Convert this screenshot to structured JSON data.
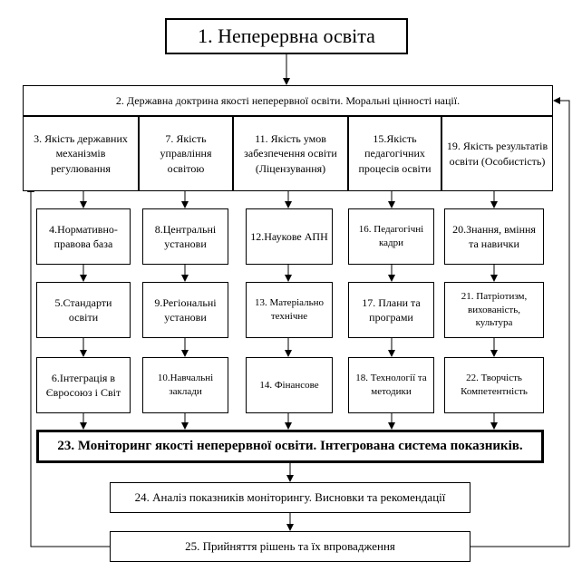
{
  "title": "1. Неперервна освіта",
  "doctrine": "2. Державна доктрина якості неперервної освіти.  Моральні цінності нації.",
  "columns": [
    {
      "header": "3. Якість державних механізмів регулювання",
      "items": [
        "4.Нормативно-правова база",
        "5.Стандарти освіти",
        "6.Інтеграція в Євросоюз і Світ"
      ]
    },
    {
      "header": "7. Якість управління освітою",
      "items": [
        "8.Центральні установи",
        "9.Регіональні установи",
        "10.Навчальні заклади"
      ]
    },
    {
      "header": "11. Якість умов забезпечення освіти (Ліцензування)",
      "items": [
        "12.Наукове АПН",
        "13. Матеріально технічне",
        "14. Фінансове"
      ]
    },
    {
      "header": "15.Якість педагогічних процесів освіти",
      "items": [
        "16. Педагогічні кадри",
        "17. Плани та програми",
        "18. Технології та методики"
      ]
    },
    {
      "header": "19. Якість результатів освіти (Особистість)",
      "items": [
        "20.Знання, вміння та навички",
        "21. Патріотизм, вихованість, культура",
        "22. Творчість Компетентність"
      ]
    }
  ],
  "monitoring": "23. Моніторинг якості неперервної освіти. Інтегрована система показників.",
  "analysis": "24. Аналіз показників моніторингу. Висновки та рекомендації",
  "decisions": "25. Прийняття рішень та їх впровадження"
}
